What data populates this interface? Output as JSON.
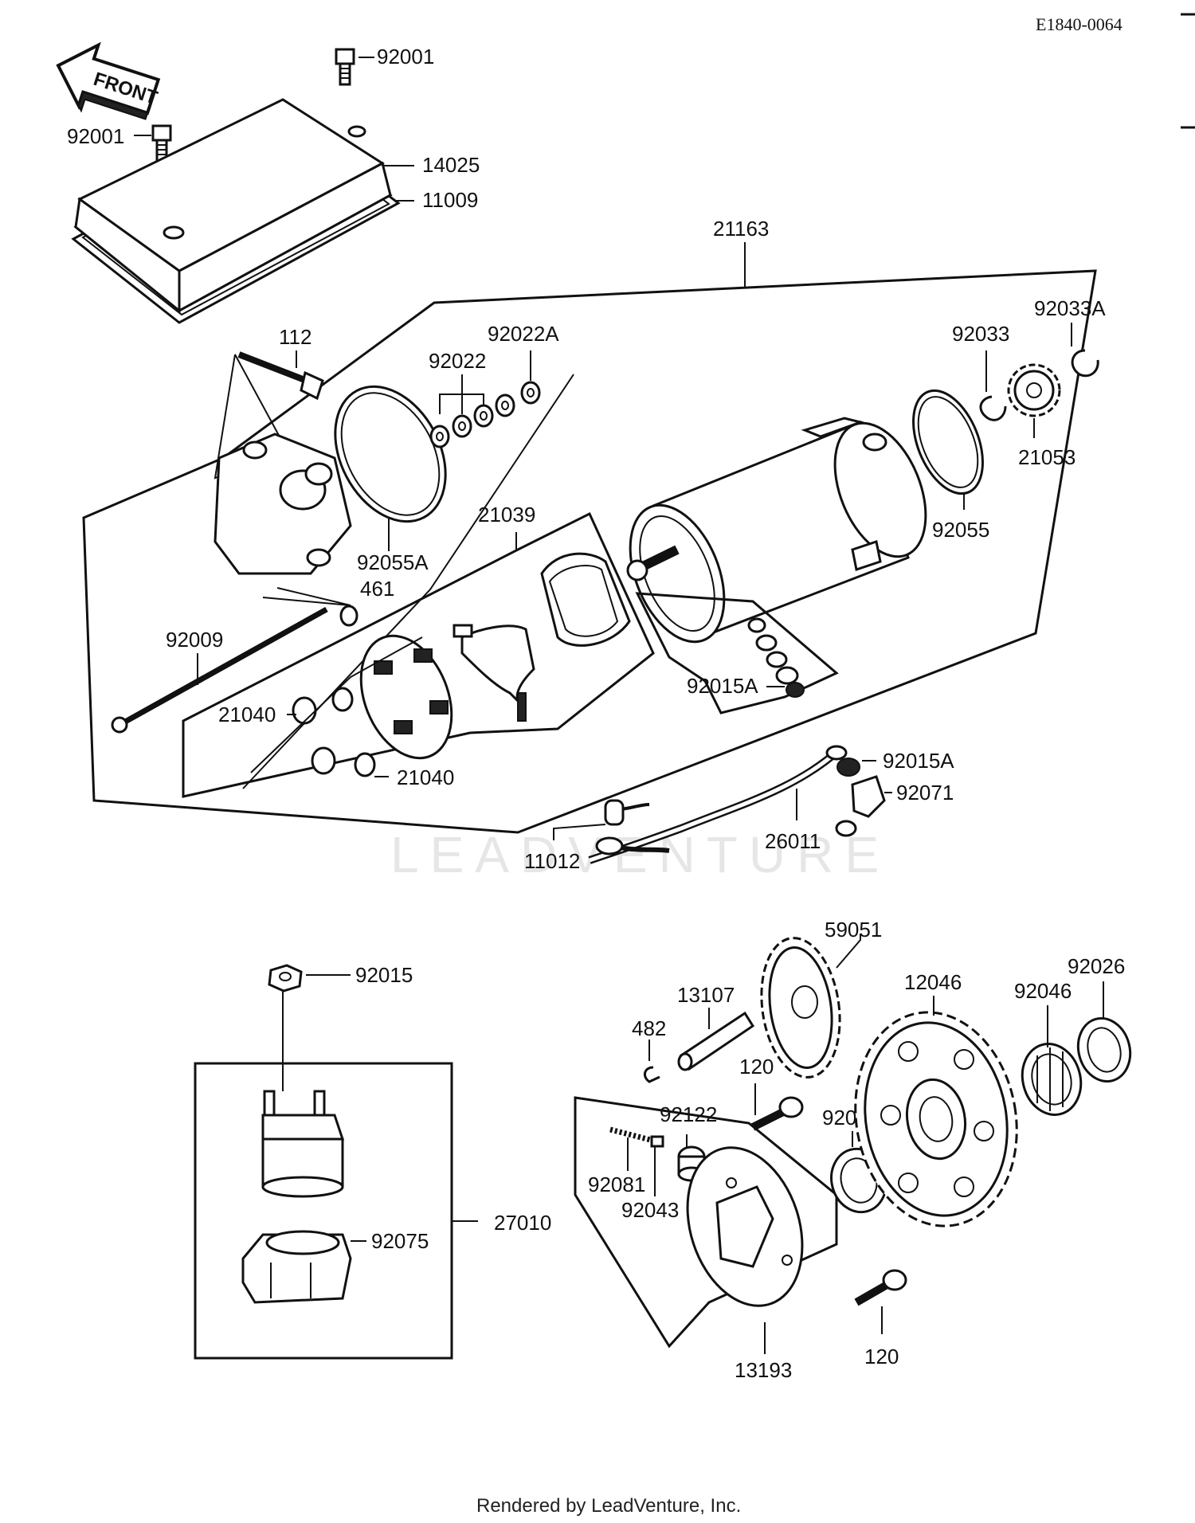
{
  "diagram_code": "E1840-0064",
  "front_label": "FRONT",
  "footer": "Rendered by LeadVenture, Inc.",
  "watermark": "LEADVENTURE",
  "labels": {
    "l_92001_top": "92001",
    "l_92001_left": "92001",
    "l_14025": "14025",
    "l_11009": "11009",
    "l_21163": "21163",
    "l_112": "112",
    "l_92022": "92022",
    "l_92022A": "92022A",
    "l_92033": "92033",
    "l_92033A": "92033A",
    "l_21053": "21053",
    "l_92055": "92055",
    "l_92055A": "92055A",
    "l_21039": "21039",
    "l_461": "461",
    "l_92009": "92009",
    "l_21040_a": "21040",
    "l_21040_b": "21040",
    "l_92015A_a": "92015A",
    "l_92015A_b": "92015A",
    "l_92071": "92071",
    "l_26011": "26011",
    "l_11012": "11012",
    "l_92015": "92015",
    "l_27010": "27010",
    "l_92075": "92075",
    "l_59051": "59051",
    "l_13107": "13107",
    "l_482": "482",
    "l_120_a": "120",
    "l_120_b": "120",
    "l_12046": "12046",
    "l_92046": "92046",
    "l_92026_a": "92026",
    "l_92026_b": "92026",
    "l_92122": "92122",
    "l_92081": "92081",
    "l_92043": "92043",
    "l_13193": "13193"
  }
}
